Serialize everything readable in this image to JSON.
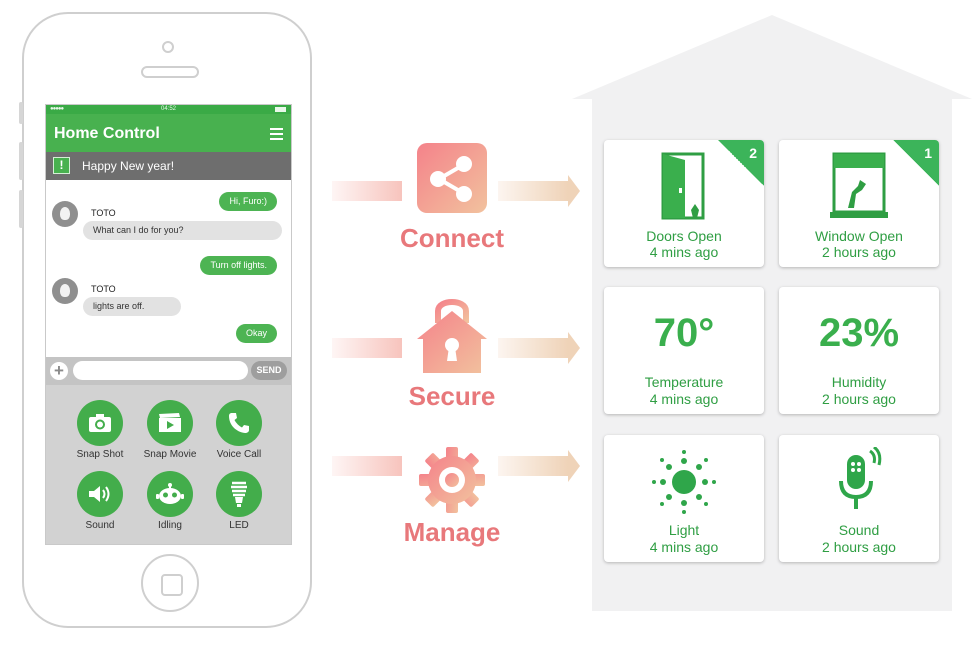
{
  "phone": {
    "status_time": "04:52",
    "app_title": "Home Control",
    "notice": "Happy New year!",
    "notice_icon": "!",
    "messages": [
      {
        "from": "me",
        "text": "Hi, Furo:)"
      },
      {
        "from": "bot",
        "name": "TOTO",
        "text": "What can I do for you?"
      },
      {
        "from": "me",
        "text": "Turn off lights."
      },
      {
        "from": "bot",
        "name": "TOTO",
        "text": "lights are off."
      },
      {
        "from": "me",
        "text": "Okay"
      }
    ],
    "input_placeholder": "",
    "send_label": "SEND",
    "actions": [
      {
        "label": "Snap Shot",
        "icon": "camera-icon"
      },
      {
        "label": "Snap Movie",
        "icon": "movie-icon"
      },
      {
        "label": "Voice Call",
        "icon": "phone-icon"
      },
      {
        "label": "Sound",
        "icon": "speaker-icon"
      },
      {
        "label": "Idling",
        "icon": "robot-icon"
      },
      {
        "label": "LED",
        "icon": "bulb-icon"
      }
    ]
  },
  "features": [
    {
      "label": "Connect",
      "icon": "share-icon"
    },
    {
      "label": "Secure",
      "icon": "lock-house-icon"
    },
    {
      "label": "Manage",
      "icon": "gear-icon"
    }
  ],
  "tiles": [
    {
      "title": "Doors Open",
      "time": "4 mins ago",
      "badge": "2",
      "icon": "door-icon"
    },
    {
      "title": "Window Open",
      "time": "2 hours ago",
      "badge": "1",
      "icon": "window-icon"
    },
    {
      "title": "Temperature",
      "time": "4 mins ago",
      "value": "70°"
    },
    {
      "title": "Humidity",
      "time": "2 hours ago",
      "value": "23%"
    },
    {
      "title": "Light",
      "time": "4 mins ago",
      "icon": "sun-icon"
    },
    {
      "title": "Sound",
      "time": "2 hours ago",
      "icon": "microphone-icon"
    }
  ],
  "colors": {
    "brand_green": "#48b14f",
    "tile_green": "#2f9e43",
    "feature_pink": "#e8787b",
    "house_gray": "#f1f1f2"
  }
}
